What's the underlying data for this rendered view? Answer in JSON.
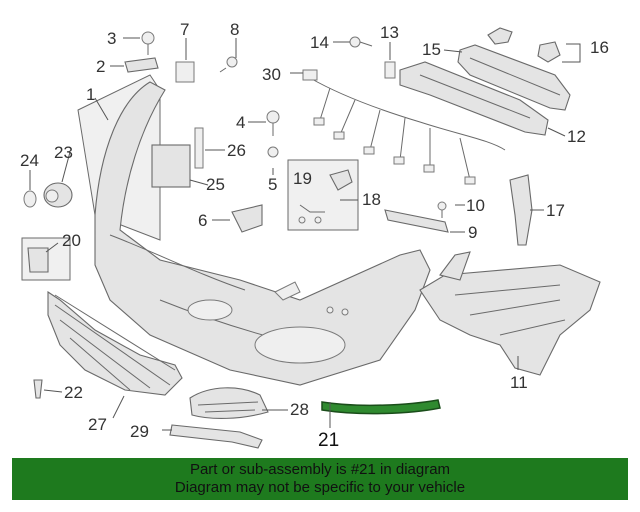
{
  "diagram": {
    "labels": {
      "p1": "1",
      "p2": "2",
      "p3": "3",
      "p4": "4",
      "p5": "5",
      "p6": "6",
      "p7": "7",
      "p8": "8",
      "p9": "9",
      "p10": "10",
      "p11": "11",
      "p12": "12",
      "p13": "13",
      "p14": "14",
      "p15": "15",
      "p16": "16",
      "p17": "17",
      "p18": "18",
      "p19": "19",
      "p20": "20",
      "p21": "21",
      "p22": "22",
      "p23": "23",
      "p24": "24",
      "p25": "25",
      "p26": "26",
      "p27": "27",
      "p28": "28",
      "p29": "29",
      "p30": "30"
    },
    "highlighted_part": "21",
    "highlight_color": "#1e7a1e"
  },
  "banner": {
    "line1": "Part or sub-assembly is #21 in diagram",
    "line2": "Diagram may not be specific to your vehicle",
    "background": "#1e7a1e"
  }
}
